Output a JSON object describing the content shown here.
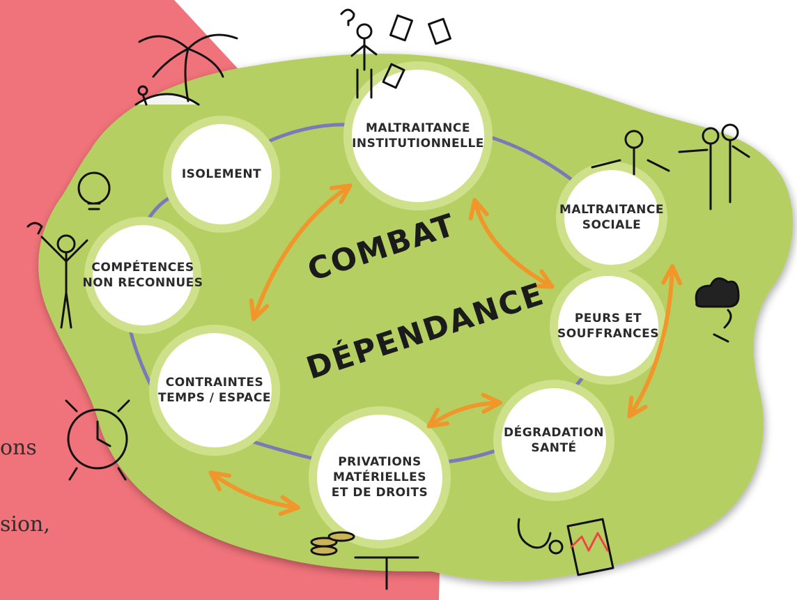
{
  "colors": {
    "blob": "#b6cf62",
    "blob_light": "#cfe08a",
    "red_panel": "#f0727a",
    "ring": "#7b79b8",
    "arrow": "#f0962a",
    "node_fill": "#ffffff"
  },
  "diagram": {
    "center_top": "COMBAT",
    "center_bottom": "DÉPENDANCE",
    "nodes": [
      {
        "id": "maltraitance-institutionnelle",
        "label": "MALTRAITANCE\nINSTITUTIONNELLE",
        "icon": "questioning-person-with-documents-icon"
      },
      {
        "id": "maltraitance-sociale",
        "label": "MALTRAITANCE\nSOCIALE",
        "icon": "pointing-people-icon"
      },
      {
        "id": "peurs-souffrances",
        "label": "PEURS ET\nSOUFFRANCES",
        "icon": "rain-cloud-icon"
      },
      {
        "id": "degradation-sante",
        "label": "DÉGRADATION\nSANTÉ",
        "icon": "stethoscope-chart-icon"
      },
      {
        "id": "privations",
        "label": "PRIVATIONS\nMATÉRIELLES\nET DE DROITS",
        "icon": "coins-scale-icon"
      },
      {
        "id": "contraintes",
        "label": "CONTRAINTES\nTEMPS / ESPACE",
        "icon": "alarm-clock-icon"
      },
      {
        "id": "competences",
        "label": "COMPÉTENCES\nNON RECONNUES",
        "icon": "lightbulb-wrench-person-icon"
      },
      {
        "id": "isolement",
        "label": "ISOLEMENT",
        "icon": "palm-tree-island-icon"
      }
    ]
  },
  "background_text": {
    "line1": "ons",
    "line2": "sion,"
  }
}
